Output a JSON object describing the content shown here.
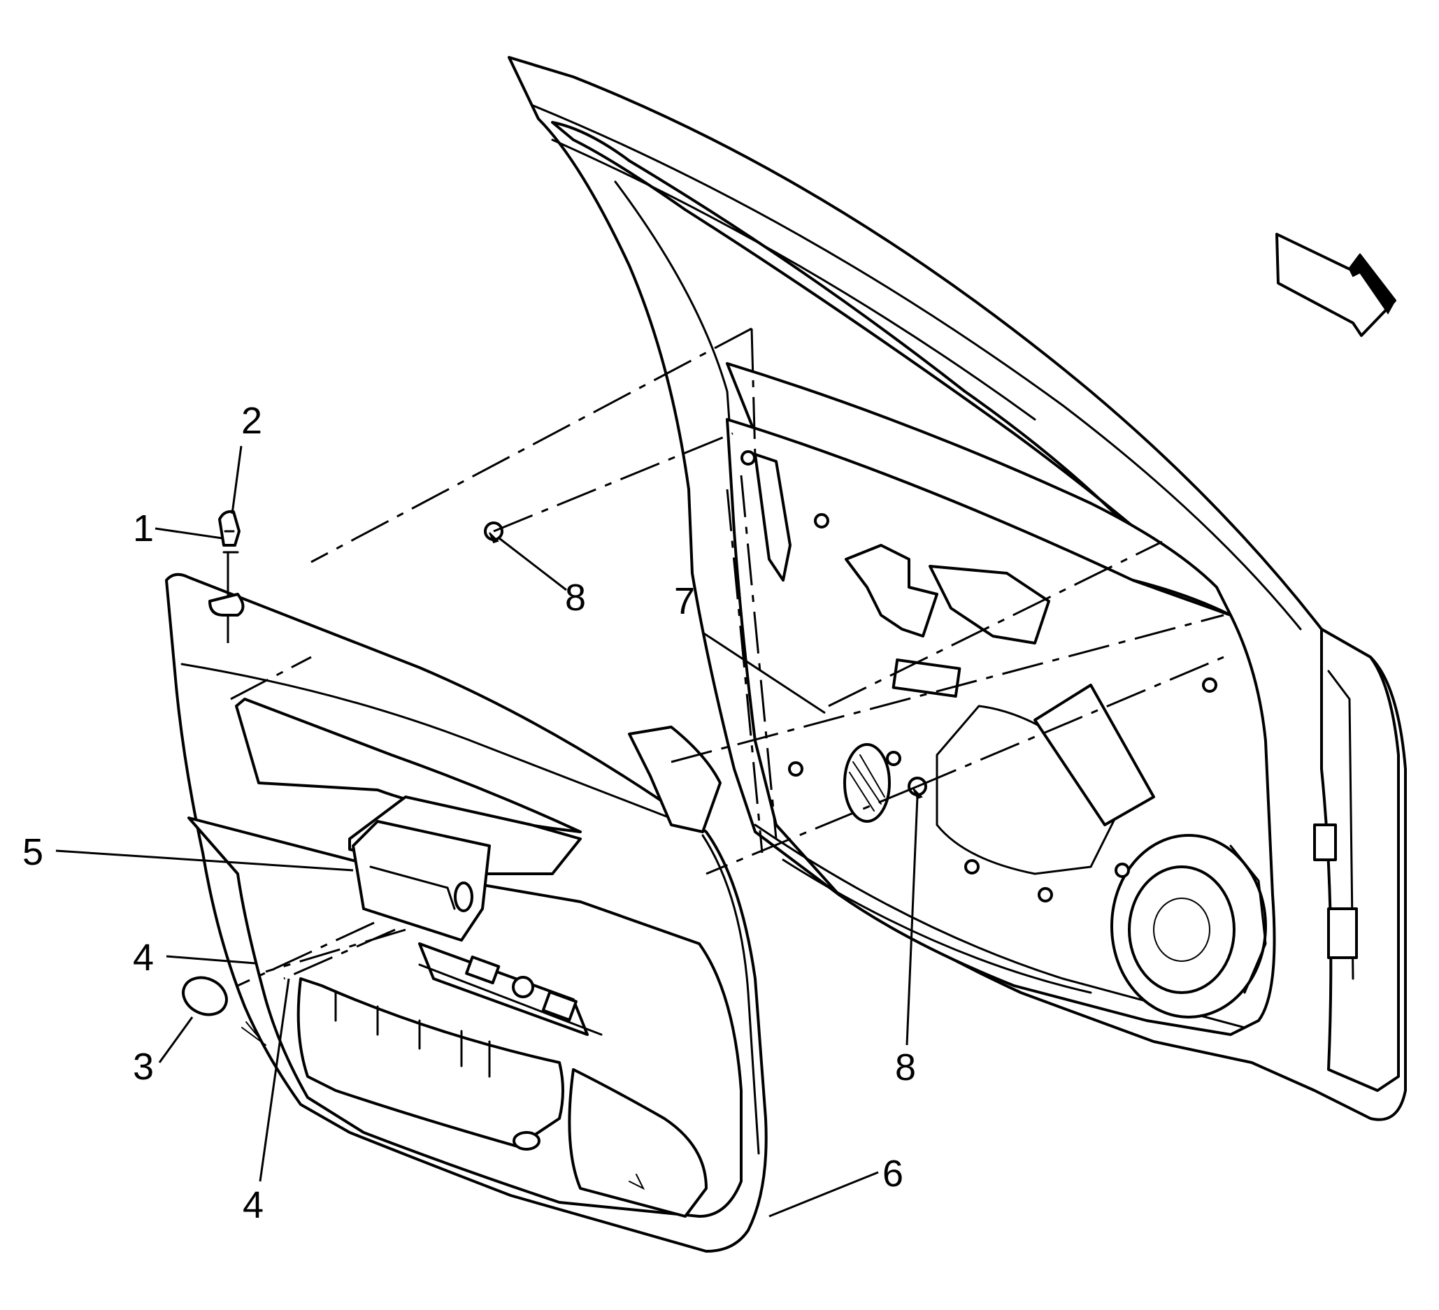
{
  "callouts": [
    {
      "id": "1",
      "label": "1"
    },
    {
      "id": "2",
      "label": "2"
    },
    {
      "id": "3",
      "label": "3"
    },
    {
      "id": "4a",
      "label": "4"
    },
    {
      "id": "4b",
      "label": "4"
    },
    {
      "id": "5",
      "label": "5"
    },
    {
      "id": "6",
      "label": "6"
    },
    {
      "id": "7",
      "label": "7"
    },
    {
      "id": "8a",
      "label": "8"
    },
    {
      "id": "8b",
      "label": "8"
    }
  ],
  "icons": {
    "direction_arrow": "forward-arrow-icon"
  },
  "colors": {
    "line": "#000000",
    "background": "#ffffff"
  }
}
